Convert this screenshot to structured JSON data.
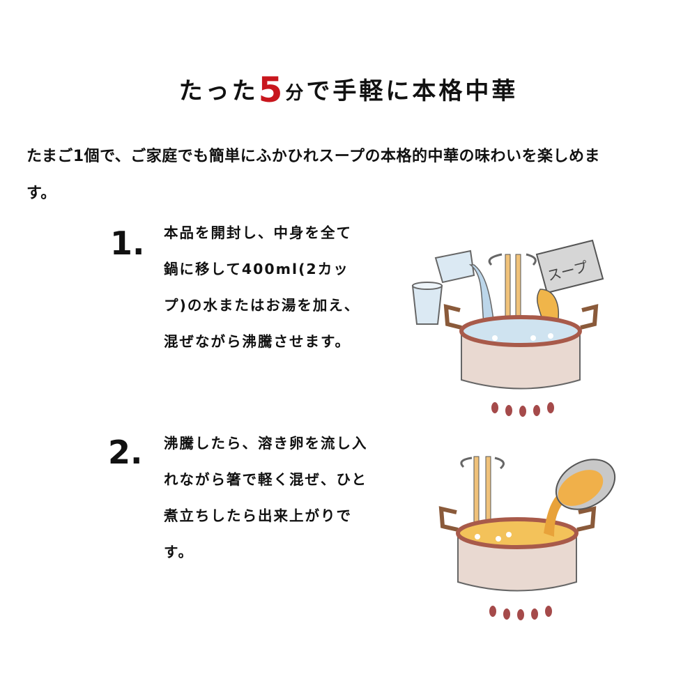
{
  "title": {
    "before": "たった",
    "number": "5",
    "unit": "分",
    "after": "で手軽に本格中華"
  },
  "intro": {
    "line1": "たまご1個で、ご家庭でも簡単にふかひれスープの本格的中華の味わいを楽しめま",
    "line2": "す。"
  },
  "steps": [
    {
      "number": "1.",
      "lines": [
        "本品を開封し、中身を全て",
        "鍋に移して400ml(2カッ",
        "プ)の水またはお湯を加え、",
        "混ぜながら沸騰させます。"
      ]
    },
    {
      "number": "2.",
      "lines": [
        "沸騰したら、溶き卵を流し入",
        "れながら箸で軽く混ぜ、ひと",
        "煮立ちしたら出来上がりで",
        "す。"
      ]
    }
  ],
  "illustration": {
    "packet_label": "スープ"
  },
  "colors": {
    "accent": "#c8161d",
    "pot": "#e9d9d1",
    "handle": "#8a5a3a",
    "flame": "#a54a4a",
    "soup": "#f3c25a",
    "water": "#cfe3f0"
  }
}
